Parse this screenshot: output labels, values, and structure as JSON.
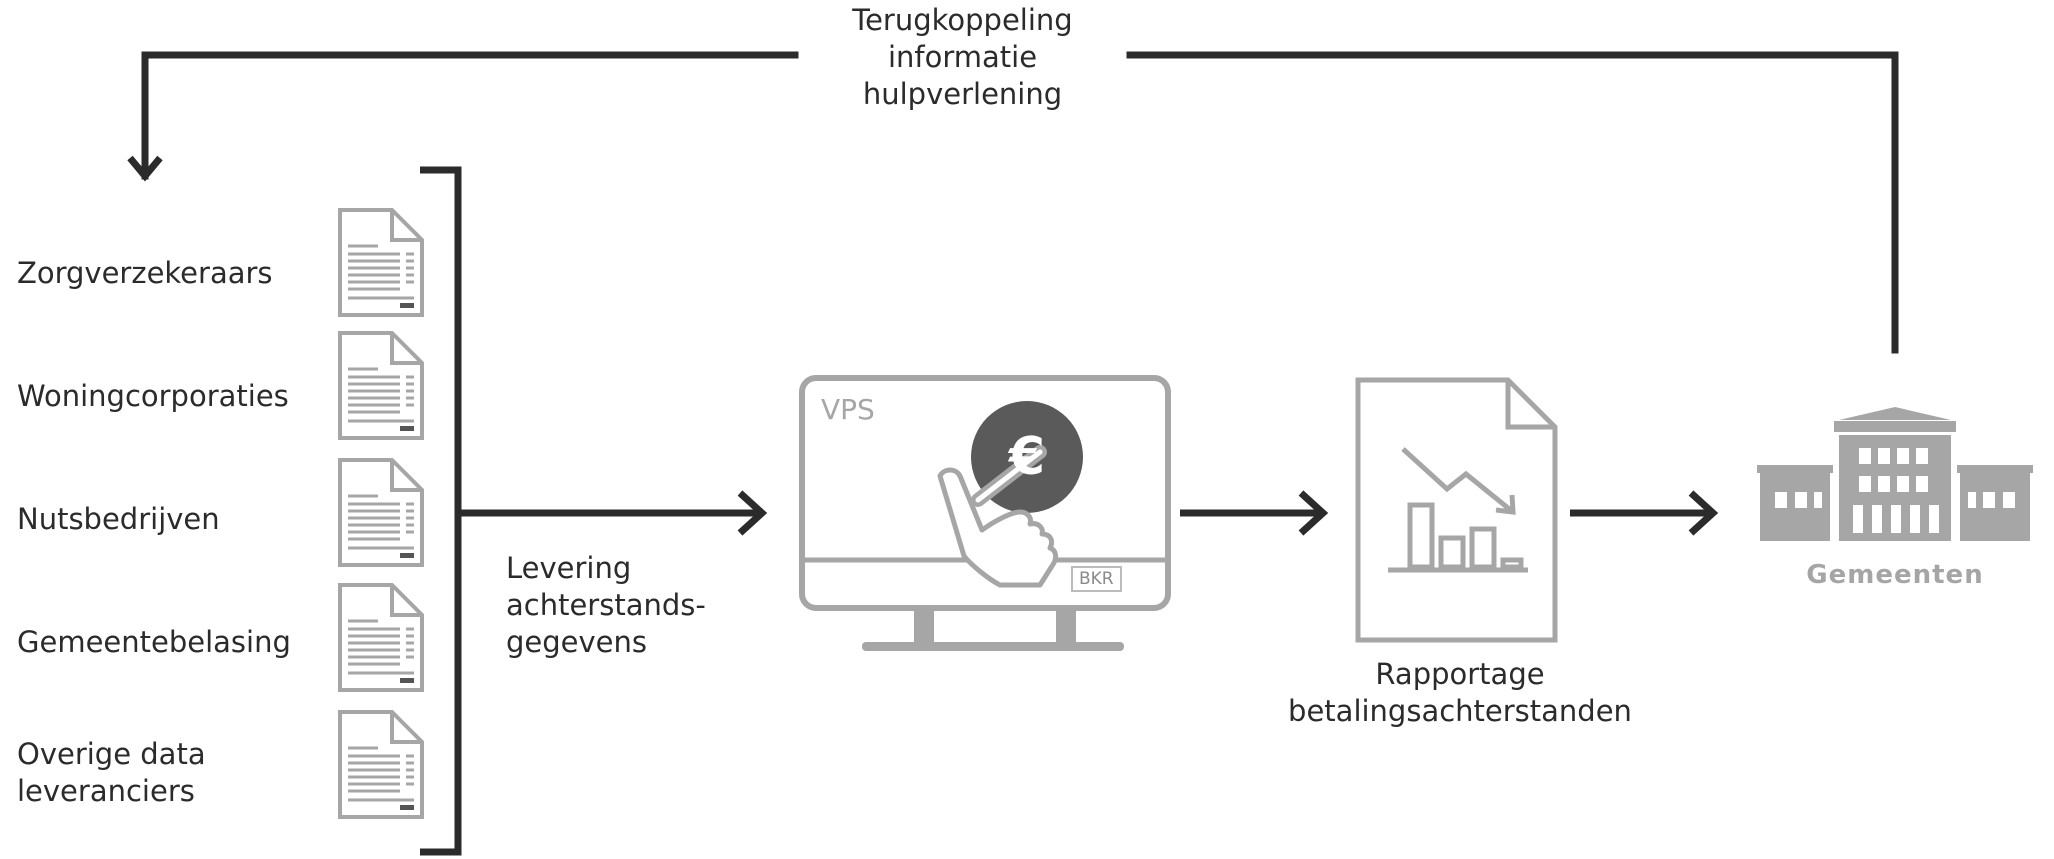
{
  "feedback": {
    "line1": "Terugkoppeling",
    "line2": "informatie",
    "line3": "hulpverlening"
  },
  "suppliers": [
    {
      "lines": [
        "Zorgverzekeraars"
      ]
    },
    {
      "lines": [
        "Woningcorporaties"
      ]
    },
    {
      "lines": [
        "Nutsbedrijven"
      ]
    },
    {
      "lines": [
        "Gemeentebelasing"
      ]
    },
    {
      "lines": [
        "Overige data",
        "leveranciers"
      ]
    }
  ],
  "delivery": {
    "line1": "Levering",
    "line2": "achterstands-",
    "line3": "gegevens"
  },
  "monitor": {
    "title": "VPS",
    "currency_symbol": "€",
    "logo": "BKR"
  },
  "report": {
    "line1": "Rapportage",
    "line2": "betalingsachterstanden"
  },
  "municipality": {
    "label": "Gemeenten"
  },
  "colors": {
    "line": "#2b2b2b",
    "icon": "#a6a6a6",
    "coin": "#5a5a5a"
  },
  "icons": {
    "documents": "document-icon",
    "monitor": "monitor-icon",
    "hand": "pointing-hand-icon",
    "report": "report-chart-icon",
    "municipality": "town-hall-icon"
  }
}
